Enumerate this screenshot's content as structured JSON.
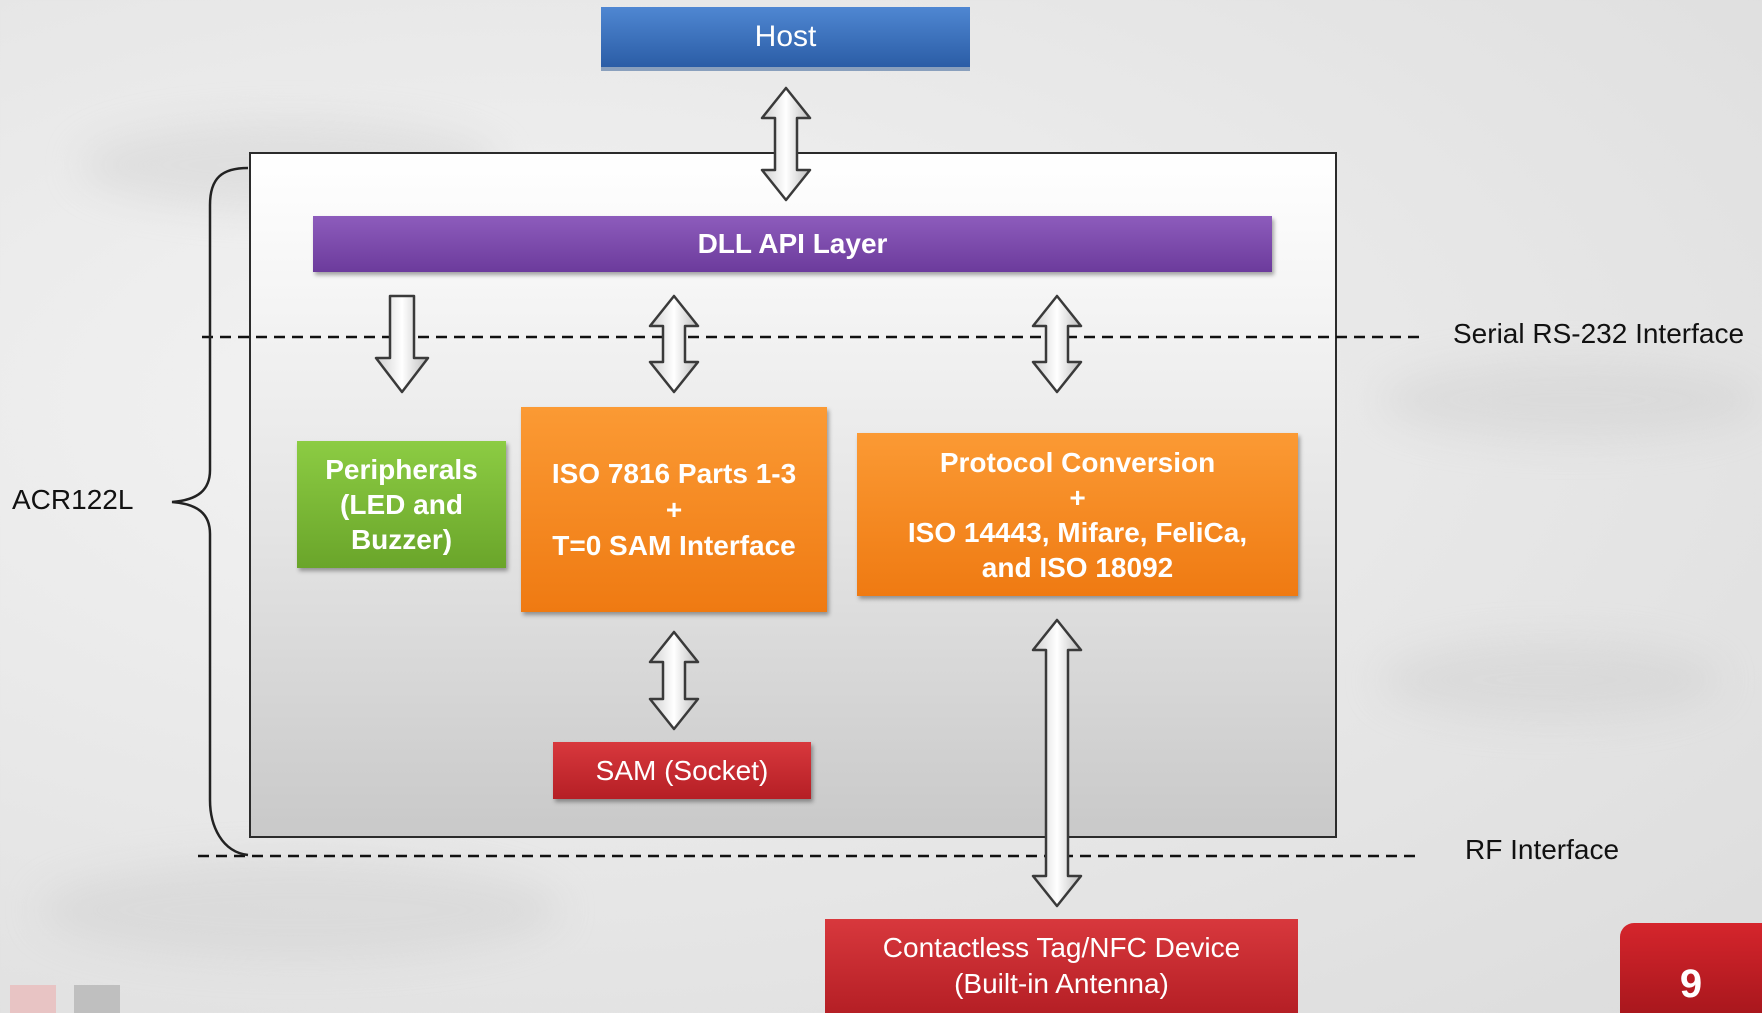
{
  "diagram": {
    "host": "Host",
    "dll_api_layer": "DLL API Layer",
    "peripherals": "Peripherals\n(LED and\nBuzzer)",
    "iso7816": "ISO 7816 Parts 1-3\n+\nT=0 SAM Interface",
    "protocol_conversion": "Protocol Conversion\n+\nISO 14443, Mifare, FeliCa,\nand ISO 18092",
    "sam_socket": "SAM (Socket)",
    "contactless_device": "Contactless Tag/NFC Device\n(Built-in Antenna)",
    "acr122l_label": "ACR122L",
    "serial_interface_label": "Serial RS-232 Interface",
    "rf_interface_label": "RF Interface"
  },
  "slide": {
    "page_number": "9"
  },
  "colors": {
    "host_blue": "#3a72c0",
    "dll_purple": "#7b4aac",
    "peripherals_green": "#7dbb36",
    "orange": "#f48a22",
    "red": "#c62a30"
  }
}
